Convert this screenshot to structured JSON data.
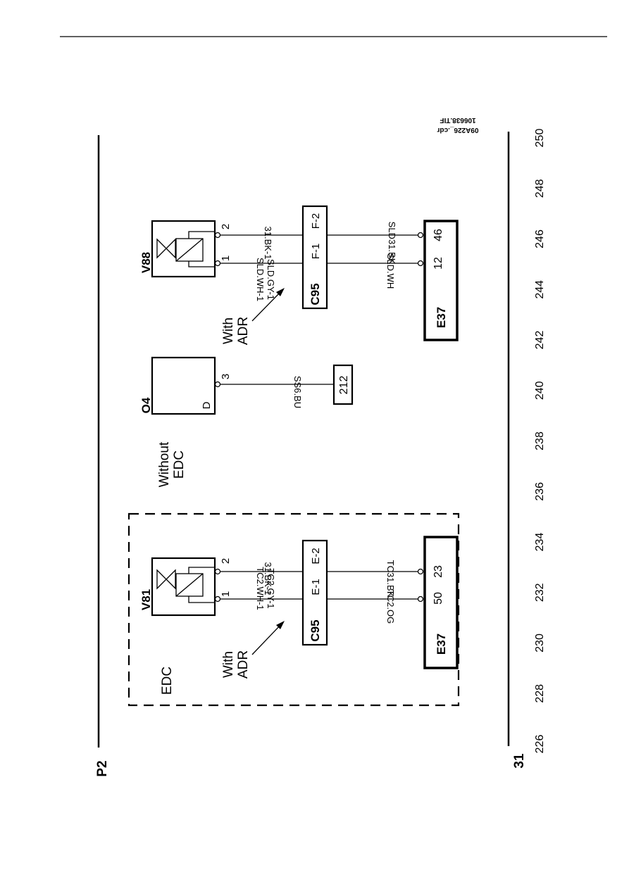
{
  "page": {
    "header_rule": true
  },
  "filenames": {
    "file1": "09A226_.cdr",
    "file2": "106638.TIF"
  },
  "bus": {
    "top_label": "P2",
    "bottom_label": "31"
  },
  "grid_numbers": [
    "226",
    "228",
    "230",
    "232",
    "234",
    "236",
    "238",
    "240",
    "242",
    "244",
    "246",
    "248",
    "250"
  ],
  "edc_section": {
    "label": "EDC",
    "valve": {
      "label": "V81",
      "pin1": "1",
      "pin2": "2"
    },
    "note": {
      "line1": "With",
      "line2": "ADR"
    },
    "wires_upper": {
      "w1a": "TC2.GY-1",
      "w1b": "TC2.WH-1",
      "w2": "31.BK-1"
    },
    "connector": {
      "label": "C95",
      "pin1": "E-1",
      "pin2": "E-2"
    },
    "wires_lower": {
      "w1": "TC2.OG",
      "w2": "TC31.BK"
    },
    "ecu": {
      "label": "E37",
      "pin1": "50",
      "pin2": "23"
    }
  },
  "without_edc": {
    "note": {
      "line1": "Without",
      "line2": "EDC"
    },
    "module": {
      "label": "O4",
      "pin_letter": "D",
      "pin": "3"
    },
    "wire": "SS6.BU",
    "ref_box": "212"
  },
  "v88_section": {
    "valve": {
      "label": "V88",
      "pin1": "1",
      "pin2": "2"
    },
    "note": {
      "line1": "With",
      "line2": "ADR"
    },
    "wires_upper": {
      "w1a": "SLD.GY-1",
      "w1b": "SLD.WH-1",
      "w2": "31.BK-1"
    },
    "connector": {
      "label": "C95",
      "pin1": "F-1",
      "pin2": "F-2"
    },
    "wires_lower": {
      "w1": "SLD.WH",
      "w2": "SLD31.BK"
    },
    "ecu": {
      "label": "E37",
      "pin1": "12",
      "pin2": "46"
    }
  }
}
